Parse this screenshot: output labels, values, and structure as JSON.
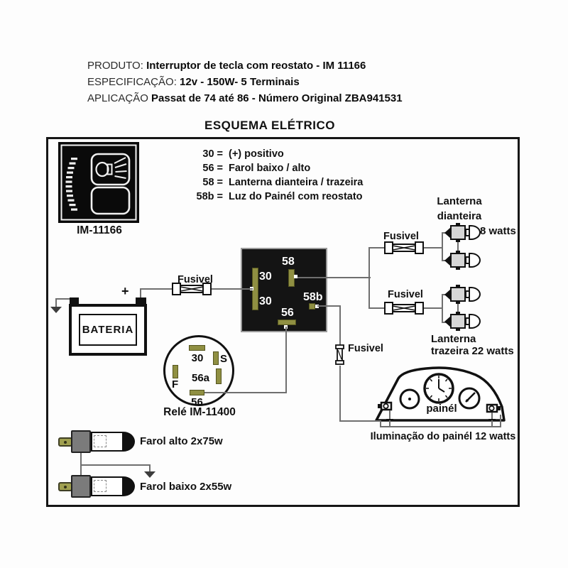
{
  "header": {
    "lines": [
      {
        "label": "PRODUTO:",
        "value": "Interruptor de tecla com reostato - IM 11166"
      },
      {
        "label": "ESPECIFICAÇÃO:",
        "value": "12v - 150W- 5 Terminais"
      },
      {
        "label": "APLICAÇÃO",
        "value": "Passat de 74 até 86 - Número Original ZBA941531"
      }
    ],
    "title": "ESQUEMA ELÉTRICO"
  },
  "legend": {
    "items": [
      {
        "term": "30 =",
        "desc": "(+) positivo"
      },
      {
        "term": "56 =",
        "desc": "Farol baixo / alto"
      },
      {
        "term": "58 =",
        "desc": "Lanterna dianteira / trazeira"
      },
      {
        "term": "58b =",
        "desc": "Luz do Painél com reostato"
      }
    ]
  },
  "switch_icon": {
    "label": "IM-11166"
  },
  "battery": {
    "label": "BATERIA",
    "plus_sign": "+"
  },
  "fuses": {
    "battery": "Fusivel",
    "front": "Fusivel",
    "rear": "Fusivel",
    "panel": "Fusivel"
  },
  "switch_box": {
    "t30_top": "30",
    "t30_bottom": "30",
    "t58": "58",
    "t58b": "58b",
    "t56": "56"
  },
  "relay": {
    "label": "Relé IM-11400",
    "t30": "30",
    "tS": "S",
    "tF": "F",
    "t56a": "56a",
    "t56": "56"
  },
  "front_lights": {
    "line1": "Lanterna",
    "line2": "dianteira",
    "watts": "8 watts"
  },
  "rear_lights": {
    "line1": "Lanterna",
    "line2": "trazeira 22 watts"
  },
  "panel": {
    "label": "painél",
    "caption": "Iluminação do painél 12 watts"
  },
  "headlights": {
    "high": "Farol alto 2x75w",
    "low": "Farol baixo 2x55w"
  },
  "colors": {
    "terminal_olive": "#8f8f42",
    "wire_gray": "#6f6f6f",
    "box_black": "#141414"
  }
}
